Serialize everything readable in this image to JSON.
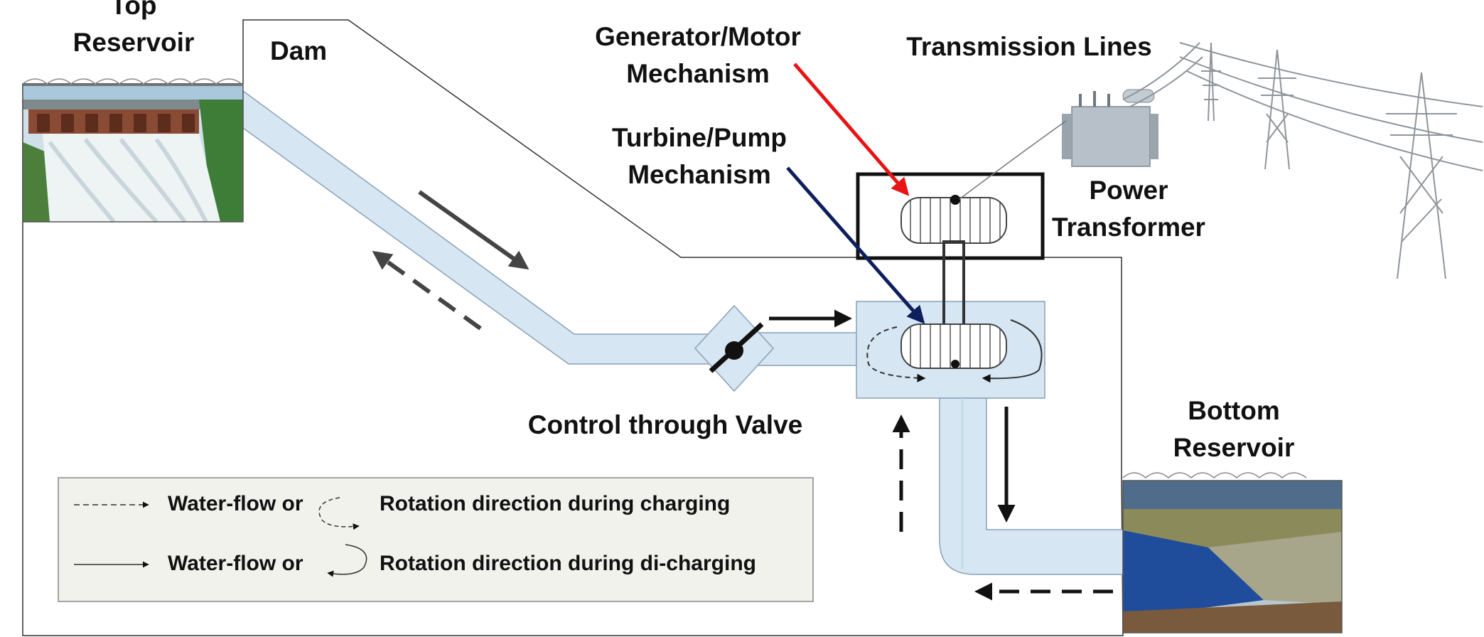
{
  "labels": {
    "top_reservoir_line1": "Top",
    "top_reservoir_line2": "Reservoir",
    "dam": "Dam",
    "generator_line1": "Generator/Motor",
    "generator_line2": "Mechanism",
    "turbine_line1": "Turbine/Pump",
    "turbine_line2": "Mechanism",
    "transmission_lines": "Transmission Lines",
    "power_transformer_line1": "Power",
    "power_transformer_line2": "Transformer",
    "control_valve": "Control through Valve",
    "bottom_reservoir_line1": "Bottom",
    "bottom_reservoir_line2": "Reservoir"
  },
  "legend": {
    "row1_waterflow": "Water-flow or",
    "row1_rotation": "Rotation direction during charging",
    "row2_waterflow": "Water-flow or",
    "row2_rotation": "Rotation direction during di-charging"
  },
  "colors": {
    "water": "#d6e6f2",
    "generator_arrow": "#e81414",
    "turbine_arrow": "#0d1f5c",
    "legend_bg": "#f1f2ec"
  }
}
